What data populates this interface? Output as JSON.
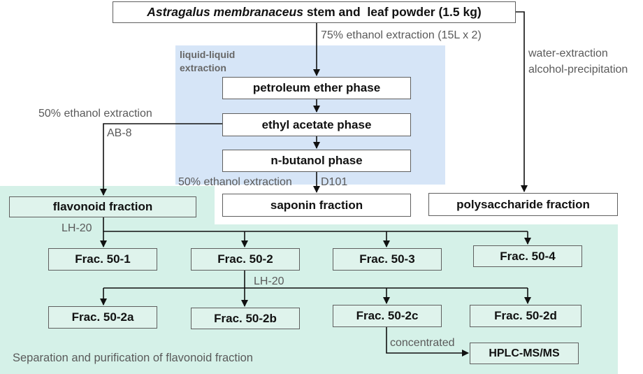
{
  "colors": {
    "green_region": "#d5f1e8",
    "blue_region": "#d6e5f7",
    "box_border": "#5f5f5f",
    "arrow": "#111111",
    "label_text": "#5a5a5a"
  },
  "regions": {
    "liquid_liquid_line1": "liquid-liquid",
    "liquid_liquid_line2": "extraction",
    "flavonoid_caption": "Separation and purification of flavonoid fraction"
  },
  "nodes": {
    "source_italic": "Astragalus membranaceus",
    "source_rest": " stem and  leaf powder (1.5 kg)",
    "petroleum": "petroleum ether phase",
    "ethyl_acetate": "ethyl acetate phase",
    "n_butanol": "n-butanol phase",
    "flavonoid": "flavonoid fraction",
    "saponin": "saponin fraction",
    "polysaccharide": "polysaccharide fraction",
    "frac_50_1": "Frac. 50-1",
    "frac_50_2": "Frac. 50-2",
    "frac_50_3": "Frac. 50-3",
    "frac_50_4": "Frac. 50-4",
    "frac_50_2a": "Frac. 50-2a",
    "frac_50_2b": "Frac. 50-2b",
    "frac_50_2c": "Frac. 50-2c",
    "frac_50_2d": "Frac. 50-2d",
    "hplc": "HPLC-MS/MS"
  },
  "edge_labels": {
    "ethanol_extraction_75": "75% ethanol extraction (15L x 2)",
    "water_extraction": "water-extraction",
    "alcohol_precipitation": "alcohol-precipitation",
    "ethanol_extraction_50_left": "50% ethanol extraction",
    "ab8": "AB-8",
    "ethanol_extraction_50_mid": "50% ethanol extraction",
    "d101": "D101",
    "lh20_first": "LH-20",
    "lh20_second": "LH-20",
    "concentrated": "concentrated"
  }
}
